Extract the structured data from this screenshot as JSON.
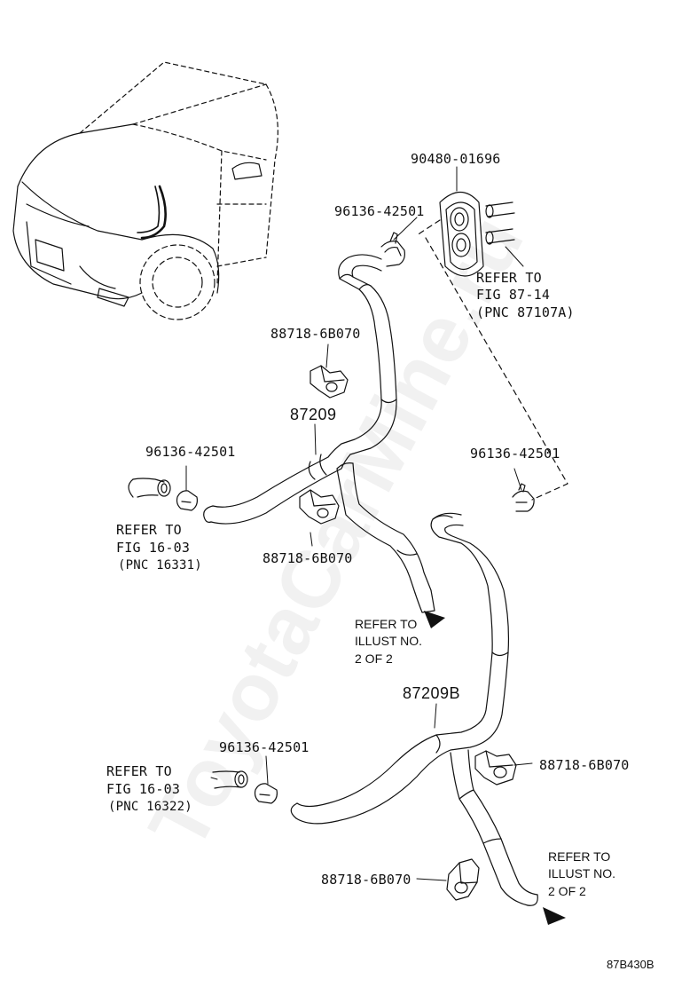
{
  "watermark": "ToyotaCarMine.ru",
  "figure_id": "87B430B",
  "labels": {
    "grommet_90480": "90480-01696",
    "clamp_top": "96136-42501",
    "refer_fig_87_14": [
      "REFER TO",
      "FIG 87-14",
      "(PNC 87107A)"
    ],
    "clamp_bracket_top": "88718-6B070",
    "hose_87209": "87209",
    "clamp_left": "96136-42501",
    "refer_fig_16_03_a": [
      "REFER TO",
      "FIG 16-03",
      "(PNC 16331)"
    ],
    "clamp_bracket_mid": "88718-6B070",
    "clamp_right": "96136-42501",
    "refer_illust_a": [
      "REFER TO",
      "ILLUST NO.",
      "2 OF 2"
    ],
    "hose_87209b": "87209B",
    "clamp_lower": "96136-42501",
    "refer_fig_16_03_b": [
      "REFER TO",
      "FIG 16-03",
      "(PNC 16322)"
    ],
    "clamp_bracket_right": "88718-6B070",
    "clamp_bracket_bottom": "88718-6B070",
    "refer_illust_b": [
      "REFER TO",
      "ILLUST NO.",
      "2 OF 2"
    ]
  }
}
